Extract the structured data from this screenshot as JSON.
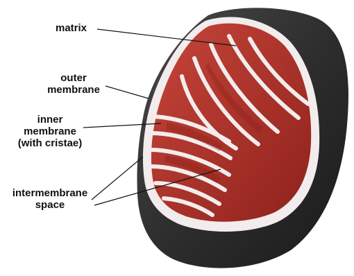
{
  "labels": {
    "matrix": "matrix",
    "outer_membrane": [
      "outer",
      "membrane"
    ],
    "inner_membrane": [
      "inner",
      "membrane",
      "(with cristae)"
    ],
    "intermembrane_space": [
      "intermembrane",
      "space"
    ]
  },
  "colors": {
    "outer_shell": "#3a3a3a",
    "shell_dark": "#1c1c1c",
    "matrix_red": "#b8322a",
    "crista_red": "#c63d33",
    "crista_dark": "#7d1a16",
    "membrane_edge": "#f3ecec",
    "leader_line": "#111111"
  }
}
